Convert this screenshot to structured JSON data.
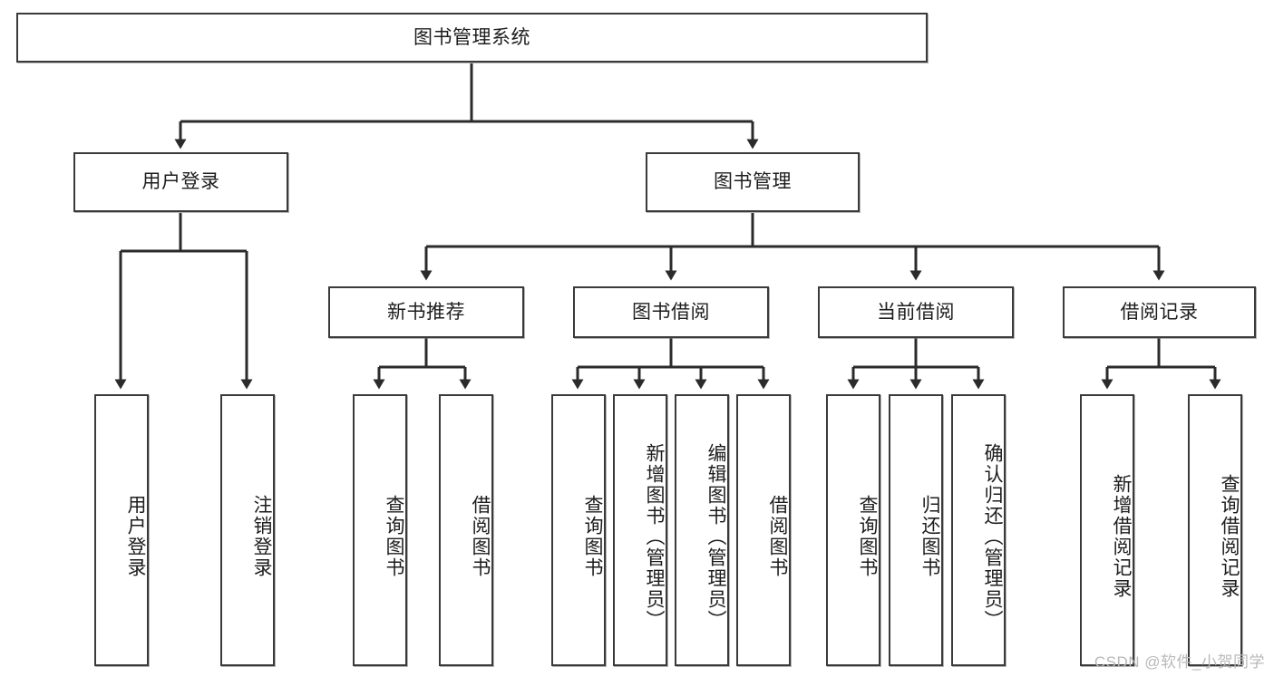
{
  "diagram": {
    "type": "tree",
    "title": "图书管理系统",
    "root": {
      "label": "图书管理系统"
    },
    "level2": [
      {
        "label": "用户登录"
      },
      {
        "label": "图书管理"
      }
    ],
    "level3": [
      {
        "label": "新书推荐"
      },
      {
        "label": "图书借阅"
      },
      {
        "label": "当前借阅"
      },
      {
        "label": "借阅记录"
      }
    ],
    "leaves": {
      "user_login": [
        {
          "label": "用户登录"
        },
        {
          "label": "注销登录"
        }
      ],
      "new_book": [
        {
          "label": "查询图书"
        },
        {
          "label": "借阅图书"
        }
      ],
      "book_borrow": [
        {
          "label": "查询图书"
        },
        {
          "label": "新增图书（管理员）"
        },
        {
          "label": "编辑图书（管理员）"
        },
        {
          "label": "借阅图书"
        }
      ],
      "current_borrow": [
        {
          "label": "查询图书"
        },
        {
          "label": "归还图书"
        },
        {
          "label": "确认归还（管理员）"
        }
      ],
      "borrow_record": [
        {
          "label": "新增借阅记录"
        },
        {
          "label": "查询借阅记录"
        }
      ]
    }
  },
  "watermark": {
    "text": "CSDN @软件_小贺同学"
  },
  "colors": {
    "box_border": "#3a3a3a",
    "box_fill": "#ffffff",
    "line": "#2b2b2b",
    "text": "#1d1d1d",
    "watermark": "#b9b9b9",
    "background": "#ffffff"
  }
}
